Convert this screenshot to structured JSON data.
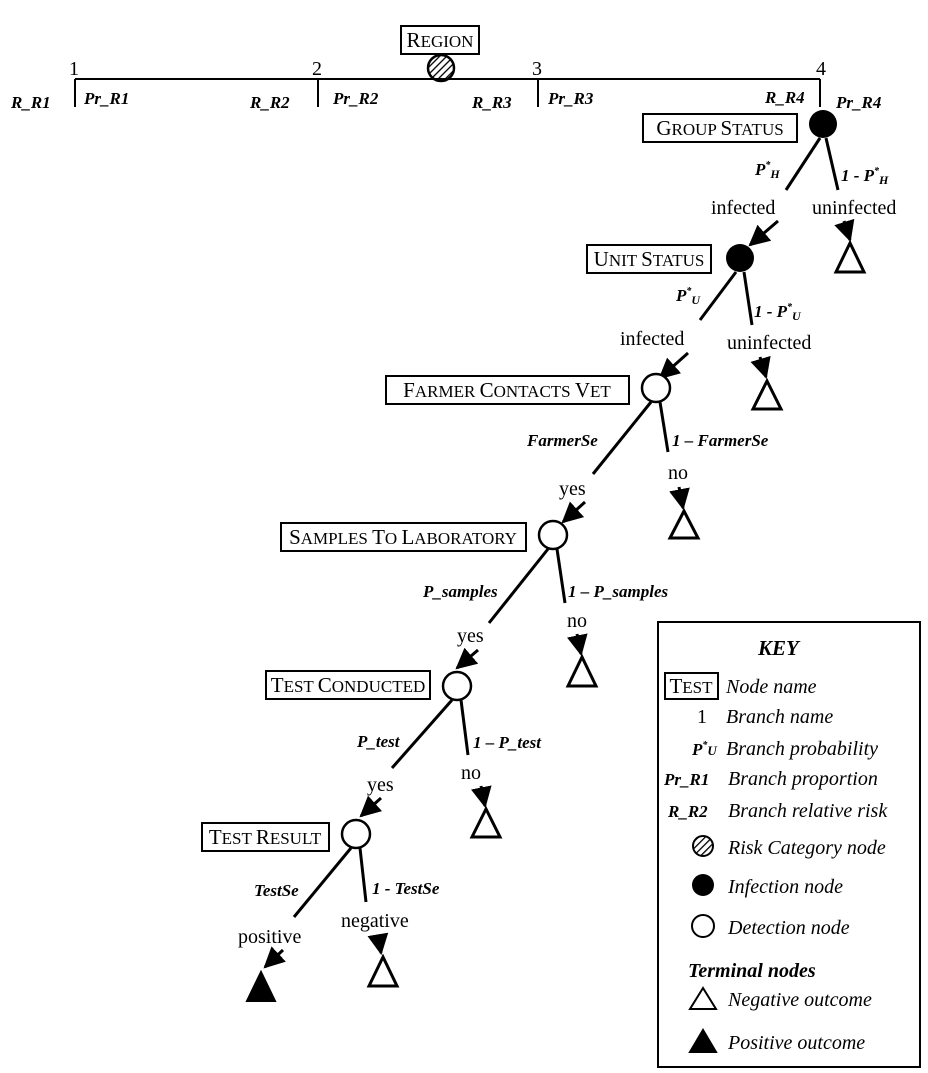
{
  "nodes": {
    "region": "Region",
    "group_status": "Group status",
    "unit_status": "Unit status",
    "farmer_contacts_vet": "Farmer contacts vet",
    "samples_to_laboratory": "Samples to laboratory",
    "test_conducted": "Test conducted",
    "test_result": "Test result"
  },
  "region_branches": [
    {
      "name": "1",
      "risk": "R_R1",
      "proportion": "Pr_R1"
    },
    {
      "name": "2",
      "risk": "R_R2",
      "proportion": "Pr_R2"
    },
    {
      "name": "3",
      "risk": "R_R3",
      "proportion": "Pr_R3"
    },
    {
      "name": "4",
      "risk": "R_R4",
      "proportion": "Pr_R4"
    }
  ],
  "branches": {
    "group": {
      "left_label": "infected",
      "right_label": "uninfected",
      "right_prob": "1 - P"
    },
    "unit": {
      "left_label": "infected",
      "right_label": "uninfected",
      "right_prob": "1 - P"
    },
    "farmer": {
      "left_label": "yes",
      "right_label": "no",
      "left_prob": "FarmerSe",
      "right_prob": "1 – FarmerSe"
    },
    "samples": {
      "left_label": "yes",
      "right_label": "no",
      "left_prob": "P_samples",
      "right_prob": "1 – P_samples"
    },
    "test": {
      "left_label": "yes",
      "right_label": "no",
      "left_prob": "P_test",
      "right_prob": "1 – P_test"
    },
    "result": {
      "left_label": "positive",
      "right_label": "negative",
      "left_prob": "TestSe",
      "right_prob": "1 - TestSe"
    }
  },
  "prob_symbols": {
    "P": "P",
    "star": "*",
    "H": "H",
    "U": "U"
  },
  "key": {
    "title": "KEY",
    "node_example": "Test",
    "node_name": "Node name",
    "branch_example": "1",
    "branch_name": "Branch name",
    "branch_probability": "Branch probability",
    "proportion_example": "Pr_R1",
    "branch_proportion": "Branch proportion",
    "risk_example": "R_R2",
    "branch_relative_risk": "Branch relative risk",
    "risk_category_node": "Risk Category node",
    "infection_node": "Infection node",
    "detection_node": "Detection node",
    "terminal_nodes": "Terminal nodes",
    "negative_outcome": "Negative outcome",
    "positive_outcome": "Positive outcome"
  },
  "colors": {
    "ink": "#000000",
    "background": "#ffffff"
  }
}
